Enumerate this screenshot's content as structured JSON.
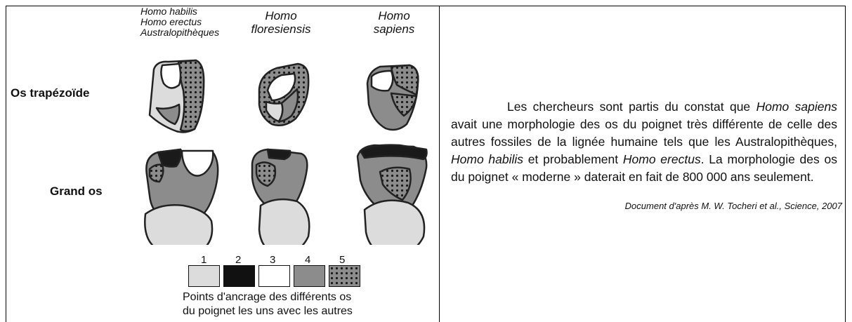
{
  "figure": {
    "columns": [
      {
        "lines": [
          "Homo habilis",
          "Homo erectus",
          "Australopithèques"
        ]
      },
      {
        "lines": [
          "Homo",
          "floresiensis"
        ]
      },
      {
        "lines": [
          "Homo",
          "sapiens"
        ]
      }
    ],
    "rows": [
      "Os trapézoïde",
      "Grand os"
    ],
    "legend": {
      "numbers": [
        "1",
        "2",
        "3",
        "4",
        "5"
      ],
      "caption_lines": [
        "Points d'ancrage des différents os",
        "du poignet les uns avec les autres"
      ],
      "swatch_colors": [
        "#dcdcdc",
        "#111111",
        "#ffffff",
        "#8c8c8c",
        "#8c8c8c"
      ]
    }
  },
  "text": {
    "part1": "Les chercheurs sont partis du constat que ",
    "em1": "Homo sapiens",
    "part2": " avait une morphologie des os du poignet très différente de celle des autres fossiles de la lignée humaine tels que les Australopithèques, ",
    "em2": "Homo habilis",
    "part3": " et probablement ",
    "em3": "Homo erectus",
    "part4": ". La morphologie des os du poignet « moderne » daterait en fait de 800 000 ans seulement."
  },
  "source": "Document d'après M. W. Tocheri et al., Science, 2007"
}
